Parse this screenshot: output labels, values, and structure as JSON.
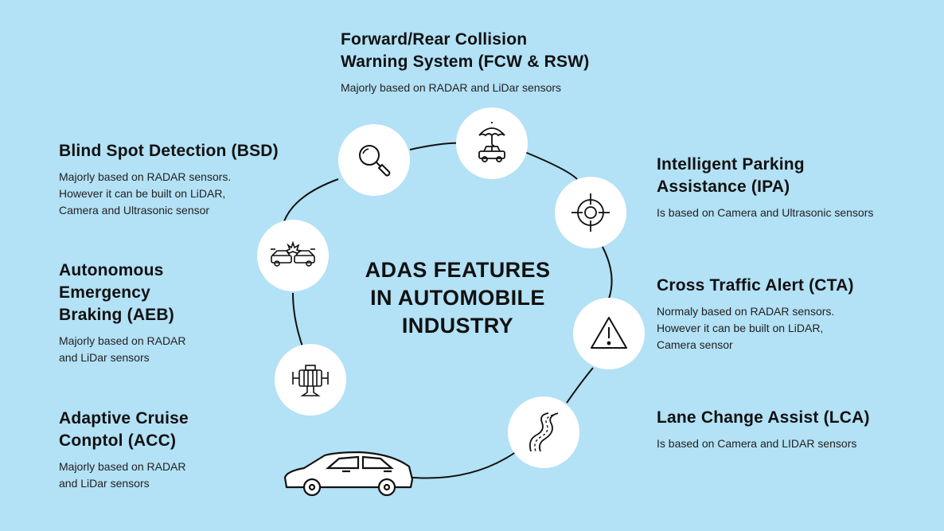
{
  "center": {
    "lines": [
      "ADAS FEATURES",
      "IN AUTOMOBILE",
      "INDUSTRY"
    ]
  },
  "features": {
    "fcw": {
      "title_lines": [
        "Forward/Rear Collision",
        "Warning System (FCW & RSW)"
      ],
      "desc_lines": [
        "Majorly based on RADAR and LiDar sensors"
      ]
    },
    "bsd": {
      "title_lines": [
        "Blind Spot Detection (BSD)"
      ],
      "desc_lines": [
        "Majorly based on RADAR sensors.",
        "However it can be built on LiDAR,",
        "Camera and Ultrasonic sensor"
      ]
    },
    "aeb": {
      "title_lines": [
        "Autonomous",
        "Emergency",
        "Braking (AEB)"
      ],
      "desc_lines": [
        "Majorly based on RADAR",
        "and LiDar sensors"
      ]
    },
    "acc": {
      "title_lines": [
        "Adaptive Cruise",
        "Conptol (ACC)"
      ],
      "desc_lines": [
        "Majorly based on RADAR",
        "and LiDar sensors"
      ]
    },
    "ipa": {
      "title_lines": [
        "Intelligent Parking",
        "Assistance (IPA)"
      ],
      "desc_lines": [
        "Is based on Camera and Ultrasonic sensors"
      ]
    },
    "cta": {
      "title_lines": [
        "Cross Traffic Alert (CTA)"
      ],
      "desc_lines": [
        "Normaly based on RADAR sensors.",
        "However it can be built on LiDAR,",
        "Camera sensor"
      ]
    },
    "lca": {
      "title_lines": [
        "Lane Change Assist (LCA)"
      ],
      "desc_lines": [
        "Is based on Camera and LIDAR sensors"
      ]
    }
  },
  "icons": {
    "magnifier": "magnifier-icon",
    "umbrella_car": "umbrella-car-icon",
    "crosshair": "crosshair-icon",
    "collision": "collision-icon",
    "warning": "warning-triangle-icon",
    "engine": "engine-icon",
    "road": "winding-road-icon",
    "car": "car-icon"
  },
  "colors": {
    "background": "#b3e1f5",
    "circle": "#ffffff",
    "text": "#111111"
  }
}
